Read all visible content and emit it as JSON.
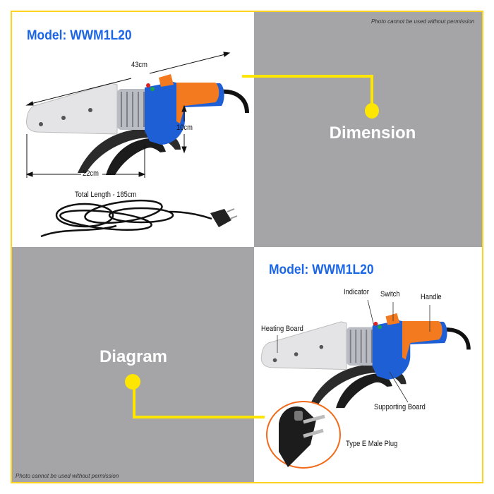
{
  "top": {
    "model_title": "Model: WWM1L20",
    "dimension_length": "43cm",
    "dimension_height": "10cm",
    "dimension_width": "22cm",
    "cord_length": "Total Length - 185cm",
    "section_label": "Dimension",
    "copyright_note": "Photo cannot be used without permission"
  },
  "bottom": {
    "model_title": "Model: WWM1L20",
    "section_label": "Diagram",
    "copyright_note": "Photo cannot be used without permission",
    "parts": {
      "indicator": "Indicator",
      "switch": "Switch",
      "handle": "Handle",
      "heating_board": "Heating  Board",
      "supporting_board": "Supporting Board",
      "plug": "Type E Male Plug"
    }
  },
  "colors": {
    "frame": "#ffd21f",
    "connector": "#ffe600",
    "panel_grey": "#a5a4a6",
    "model_blue": "#1a66e6",
    "tool_blue": "#1f5fd6",
    "tool_orange": "#f47a1f",
    "plug_ring": "#f26a1b"
  }
}
